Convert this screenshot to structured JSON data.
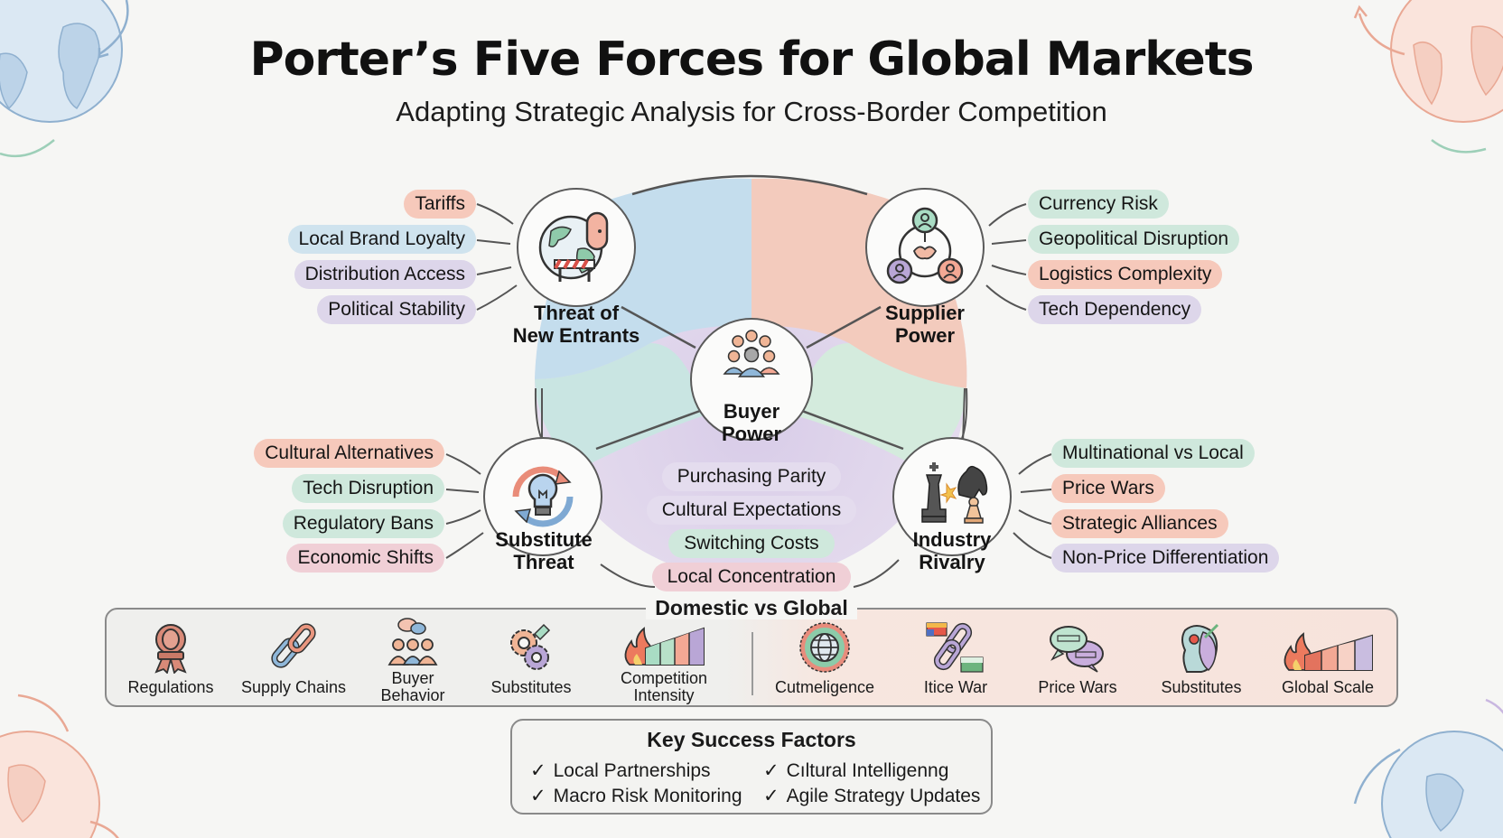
{
  "header": {
    "title": "Porter’s Five Forces for Global Markets",
    "subtitle": "Adapting Strategic Analysis for Cross-Border Competition"
  },
  "forces": {
    "new_entrants": {
      "label_line1": "Threat of",
      "label_line2": "New Entrants",
      "icon": "globe-door-barrier-icon",
      "factors": [
        {
          "label": "Tariffs",
          "color": "red"
        },
        {
          "label": "Local Brand Loyalty",
          "color": "blue"
        },
        {
          "label": "Distribution Access",
          "color": "purple"
        },
        {
          "label": "Political Stability",
          "color": "purple"
        }
      ]
    },
    "supplier_power": {
      "label_line1": "Supplier",
      "label_line2": "Power",
      "icon": "supplier-network-handshake-icon",
      "factors": [
        {
          "label": "Currency Risk",
          "color": "green"
        },
        {
          "label": "Geopolitical Disruption",
          "color": "green"
        },
        {
          "label": "Logistics Complexity",
          "color": "red"
        },
        {
          "label": "Tech Dependency",
          "color": "purple"
        }
      ]
    },
    "buyer_power": {
      "label_line1": "Buyer",
      "label_line2": "Power",
      "icon": "crowd-icon",
      "factors": [
        {
          "label": "Purchasing Parity",
          "color": "lav"
        },
        {
          "label": "Cultural Expectations",
          "color": "lav"
        },
        {
          "label": "Switching Costs",
          "color": "green"
        },
        {
          "label": "Local Concentration",
          "color": "pink"
        }
      ]
    },
    "substitute_threat": {
      "label_line1": "Substitute",
      "label_line2": "Threat",
      "icon": "lightbulb-cycle-icon",
      "factors": [
        {
          "label": "Cultural Alternatives",
          "color": "red"
        },
        {
          "label": "Tech Disruption",
          "color": "green"
        },
        {
          "label": "Regulatory Bans",
          "color": "green"
        },
        {
          "label": "Economic Shifts",
          "color": "pink"
        }
      ]
    },
    "industry_rivalry": {
      "label_line1": "Industry",
      "label_line2": "Rivalry",
      "icon": "chess-pieces-icon",
      "factors": [
        {
          "label": "Multinational vs Local",
          "color": "green"
        },
        {
          "label": "Price Wars",
          "color": "red"
        },
        {
          "label": "Strategic Alliances",
          "color": "red"
        },
        {
          "label": "Non-Price Differentiation",
          "color": "purple"
        }
      ]
    }
  },
  "comparison": {
    "title": "Domestic vs Global",
    "domestic": [
      {
        "label": "Regulations",
        "icon": "award-ribbon-icon"
      },
      {
        "label": "Supply Chains",
        "icon": "chain-link-icon"
      },
      {
        "label": "Buyer\nBehavior",
        "label_line1": "Buyer",
        "label_line2": "Behavior",
        "icon": "people-chat-icon"
      },
      {
        "label": "Substitutes",
        "icon": "gears-icon"
      },
      {
        "label": "Competition\nIntensity",
        "label_line1": "Competition",
        "label_line2": "Intensity",
        "icon": "fire-bar-chart-icon"
      }
    ],
    "global": [
      {
        "label": "Cutmeligence",
        "icon": "globe-seal-icon"
      },
      {
        "label": "Itice War",
        "icon": "flags-chain-icon"
      },
      {
        "label": "Price Wars",
        "icon": "speech-bubbles-icon"
      },
      {
        "label": "Substitutes",
        "icon": "head-profile-icon"
      },
      {
        "label": "Global Scale",
        "icon": "fire-bar-chart-icon"
      }
    ]
  },
  "key_success_factors": {
    "title": "Key Success Factors",
    "check": "✓",
    "items": [
      "Local Partnerships",
      "Cıltural Intelligenng",
      "Macro Risk Monitoring",
      "Agile Strategy Updates"
    ]
  },
  "colors": {
    "red": "#f6c9bb",
    "blue": "#cfe3ee",
    "purple": "#ddd6ea",
    "green": "#cfe8dc",
    "outline": "#5a5a5a",
    "background": "#f6f6f4"
  }
}
